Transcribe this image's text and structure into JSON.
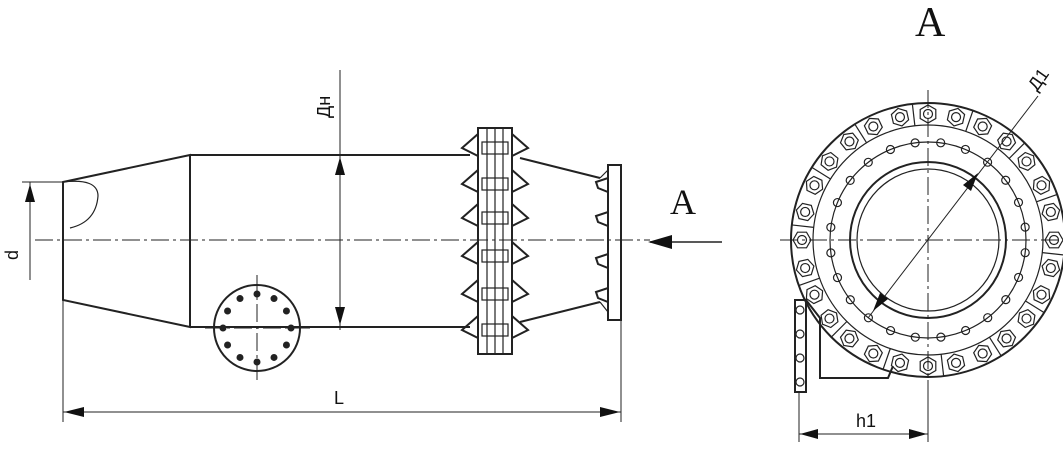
{
  "labels": {
    "section_title": "A",
    "view_arrow": "A",
    "dim_outer_diameter": "Дн",
    "dim_inlet_diameter": "d",
    "dim_length": "L",
    "dim_flange_diameter": "Д1",
    "dim_offset": "h1"
  },
  "colors": {
    "line": "#222222",
    "background": "#ffffff"
  }
}
